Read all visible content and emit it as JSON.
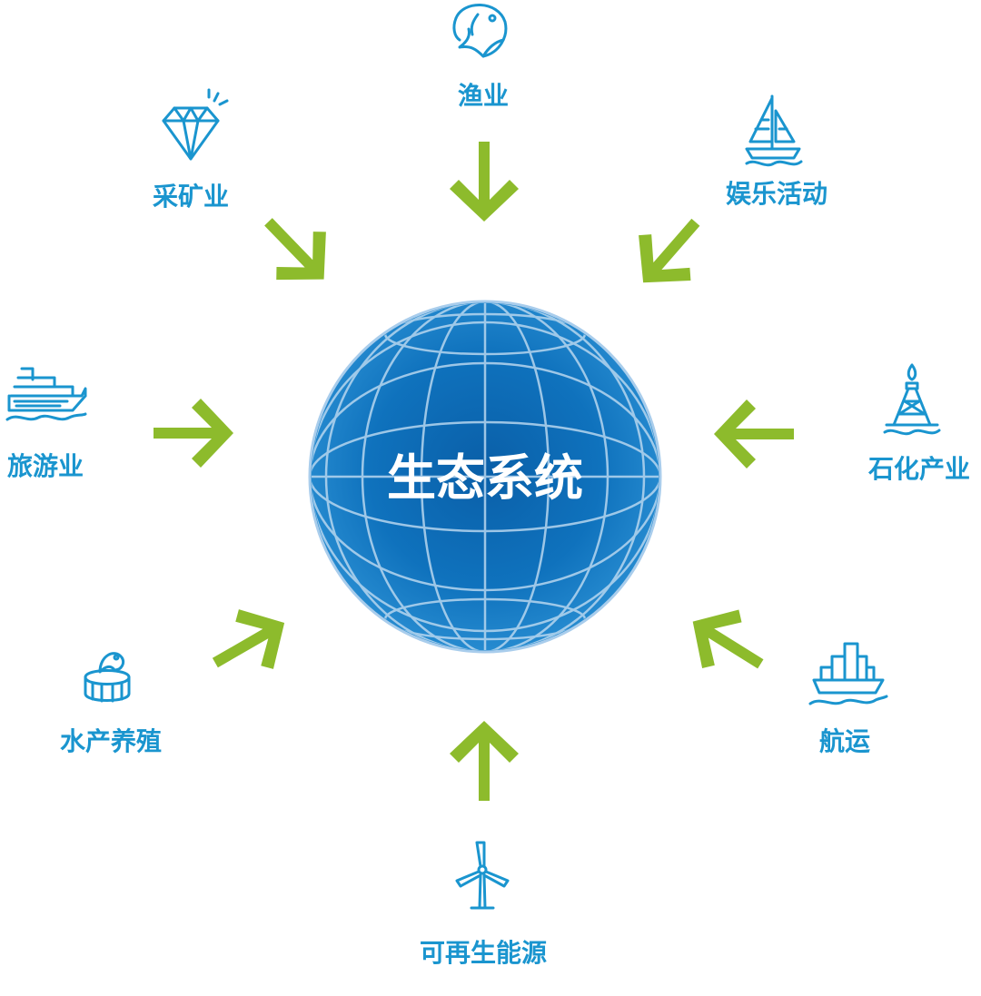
{
  "center": {
    "label": "生态系统"
  },
  "sectors": [
    {
      "id": "fishing",
      "label": "渔业",
      "icon": "fish-icon"
    },
    {
      "id": "entertainment",
      "label": "娱乐活动",
      "icon": "sailboat-icon"
    },
    {
      "id": "petrochemical",
      "label": "石化产业",
      "icon": "oil-rig-icon"
    },
    {
      "id": "shipping",
      "label": "航运",
      "icon": "cargo-ship-icon"
    },
    {
      "id": "renewable",
      "label": "可再生能源",
      "icon": "wind-turbine-icon"
    },
    {
      "id": "aquaculture",
      "label": "水产养殖",
      "icon": "fish-farm-icon"
    },
    {
      "id": "tourism",
      "label": "旅游业",
      "icon": "cruise-ship-icon"
    },
    {
      "id": "mining",
      "label": "采矿业",
      "icon": "diamond-icon"
    }
  ],
  "colors": {
    "label": "#1a95cf",
    "arrow": "#8dbb2c",
    "globe": "#0b6fb8",
    "center_text": "#ffffff"
  }
}
